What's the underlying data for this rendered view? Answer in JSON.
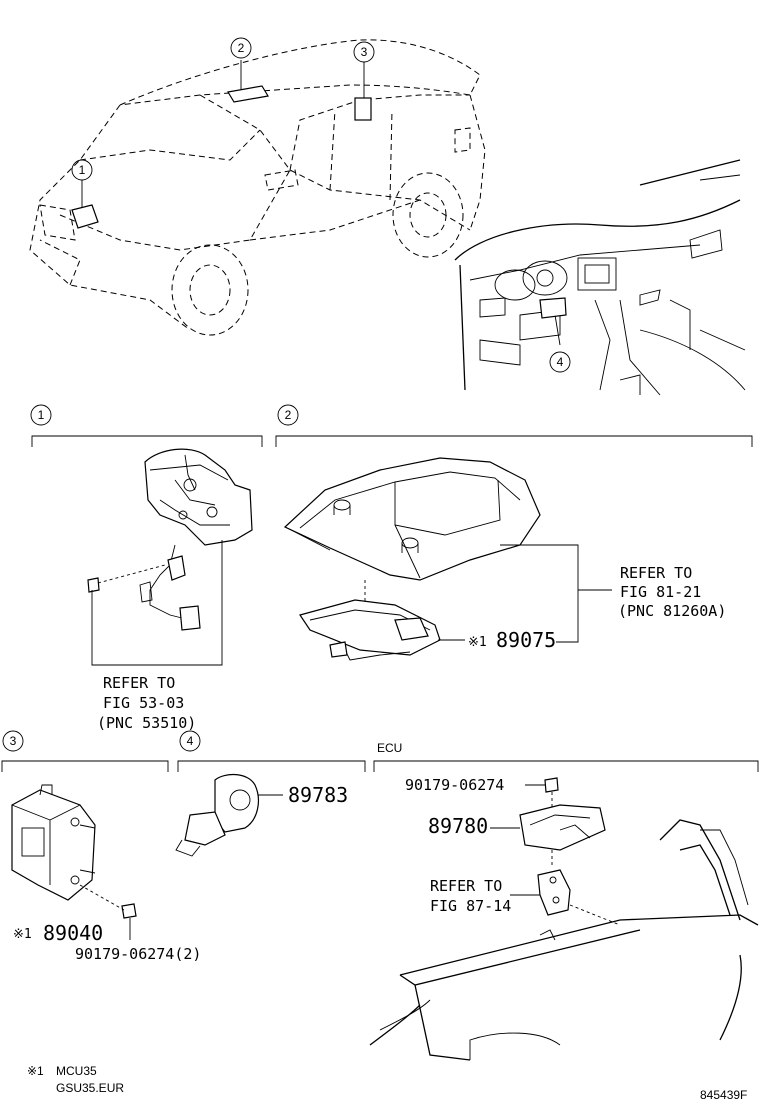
{
  "sections": [
    {
      "number": "1"
    },
    {
      "number": "2"
    },
    {
      "number": "3"
    },
    {
      "number": "4"
    }
  ],
  "overview_callouts": [
    "1",
    "2",
    "3",
    "4"
  ],
  "section1": {
    "refer_line1": "REFER TO",
    "refer_line2": "FIG 53-03",
    "refer_line3": "(PNC 53510)"
  },
  "section2": {
    "refer_line1": "REFER TO",
    "refer_line2": "FIG 81-21",
    "refer_line3": "(PNC 81260A)",
    "mark": "※1",
    "part_number": "89075"
  },
  "section3": {
    "mark": "※1",
    "part_number": "89040",
    "bolt": "90179-06274(2)"
  },
  "section4": {
    "part_number": "89783"
  },
  "ecu": {
    "title": "ECU",
    "bolt": "90179-06274",
    "part_number": "89780",
    "refer_line1": "REFER TO",
    "refer_line2": "FIG 87-14"
  },
  "footnote": {
    "mark": "※1",
    "line1": "MCU35",
    "line2": "GSU35.EUR"
  },
  "diagram_id": "845439F"
}
